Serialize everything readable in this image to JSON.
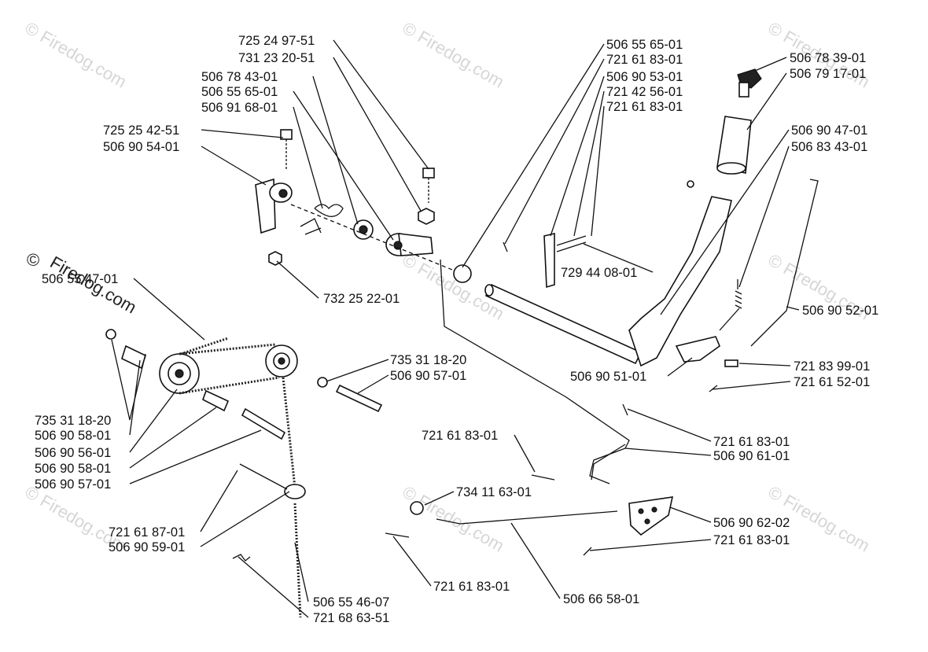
{
  "watermark": {
    "small": "© Firedog.com",
    "main_symbol": "©",
    "main_text": "Firedog.com"
  },
  "labels": [
    "725 24 97-51",
    "731 23 20-51",
    "506 78 43-01",
    "506 55 65-01",
    "506 91 68-01",
    "725 25 42-51",
    "506 90 54-01",
    "732 25 22-01",
    "506 55 47-01",
    "735 31 18-20",
    "506 90 58-01",
    "506 90 56-01",
    "506 90 58-01",
    "506 90 57-01",
    "721 61 87-01",
    "506 90 59-01",
    "506 55 46-07",
    "721 68 63-51",
    "735 31 18-20",
    "506 90 57-01",
    "506 55 65-01",
    "721 61 83-01",
    "506 90 53-01",
    "721 42 56-01",
    "721 61 83-01",
    "729 44 08-01",
    "506 78 39-01",
    "506 79 17-01",
    "506 90 47-01",
    "506 83 43-01",
    "506 90 52-01",
    "506 90 51-01",
    "721 83 99-01",
    "721 61 52-01",
    "721 61 83-01",
    "506 90 61-01",
    "721 61 83-01",
    "734 11 63-01",
    "506 90 62-02",
    "721 61 83-01",
    "721 61 83-01",
    "506 66 58-01"
  ]
}
